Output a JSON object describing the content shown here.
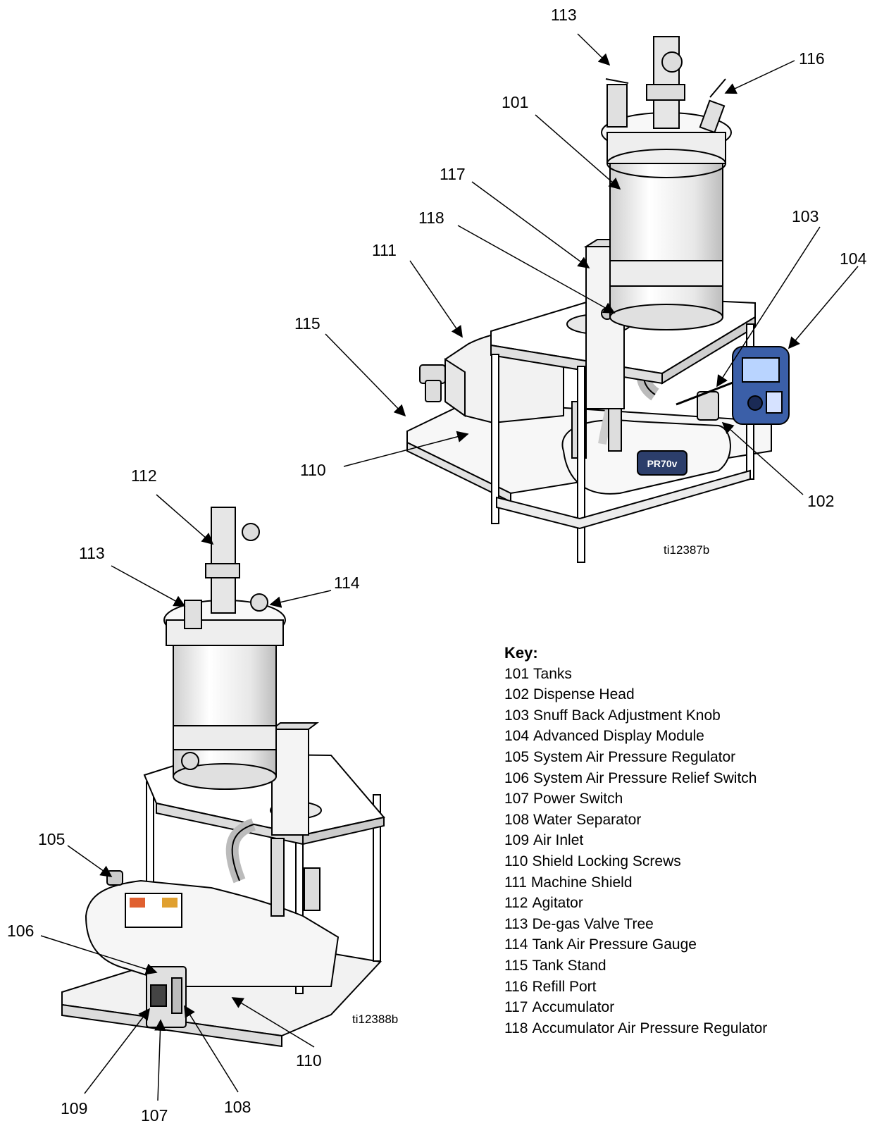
{
  "callouts": {
    "top": {
      "c113": "113",
      "c116": "116",
      "c101": "101",
      "c117": "117",
      "c118": "118",
      "c111": "111",
      "c103": "103",
      "c104": "104",
      "c115": "115",
      "c110": "110",
      "c102": "102"
    },
    "bottom": {
      "c112": "112",
      "c113": "113",
      "c114": "114",
      "c105": "105",
      "c106": "106",
      "c109": "109",
      "c107": "107",
      "c108": "108",
      "c110": "110"
    }
  },
  "figure_ids": {
    "top": "ti12387b",
    "bottom": "ti12388b"
  },
  "unit_badge": "PR70v",
  "key": {
    "title": "Key:",
    "items": [
      {
        "num": "101",
        "label": "Tanks"
      },
      {
        "num": "102",
        "label": "Dispense Head"
      },
      {
        "num": "103",
        "label": "Snuff Back Adjustment Knob"
      },
      {
        "num": "104",
        "label": "Advanced Display Module"
      },
      {
        "num": "105",
        "label": "System Air Pressure Regulator"
      },
      {
        "num": "106",
        "label": "System Air Pressure Relief Switch"
      },
      {
        "num": "107",
        "label": "Power Switch"
      },
      {
        "num": "108",
        "label": "Water Separator"
      },
      {
        "num": "109",
        "label": "Air Inlet"
      },
      {
        "num": "110",
        "label": "Shield Locking Screws"
      },
      {
        "num": "111",
        "label": "Machine Shield"
      },
      {
        "num": "112",
        "label": "Agitator"
      },
      {
        "num": "113",
        "label": "De-gas Valve Tree"
      },
      {
        "num": "114",
        "label": "Tank Air Pressure Gauge"
      },
      {
        "num": "115",
        "label": "Tank Stand"
      },
      {
        "num": "116",
        "label": "Refill Port"
      },
      {
        "num": "117",
        "label": "Accumulator"
      },
      {
        "num": "118",
        "label": "Accumulator Air Pressure Regulator"
      }
    ]
  },
  "colors": {
    "line": "#000000",
    "fill": "#f4f4f4",
    "shade": "#d9d9d9",
    "display_blue": "#3b5fa8"
  }
}
